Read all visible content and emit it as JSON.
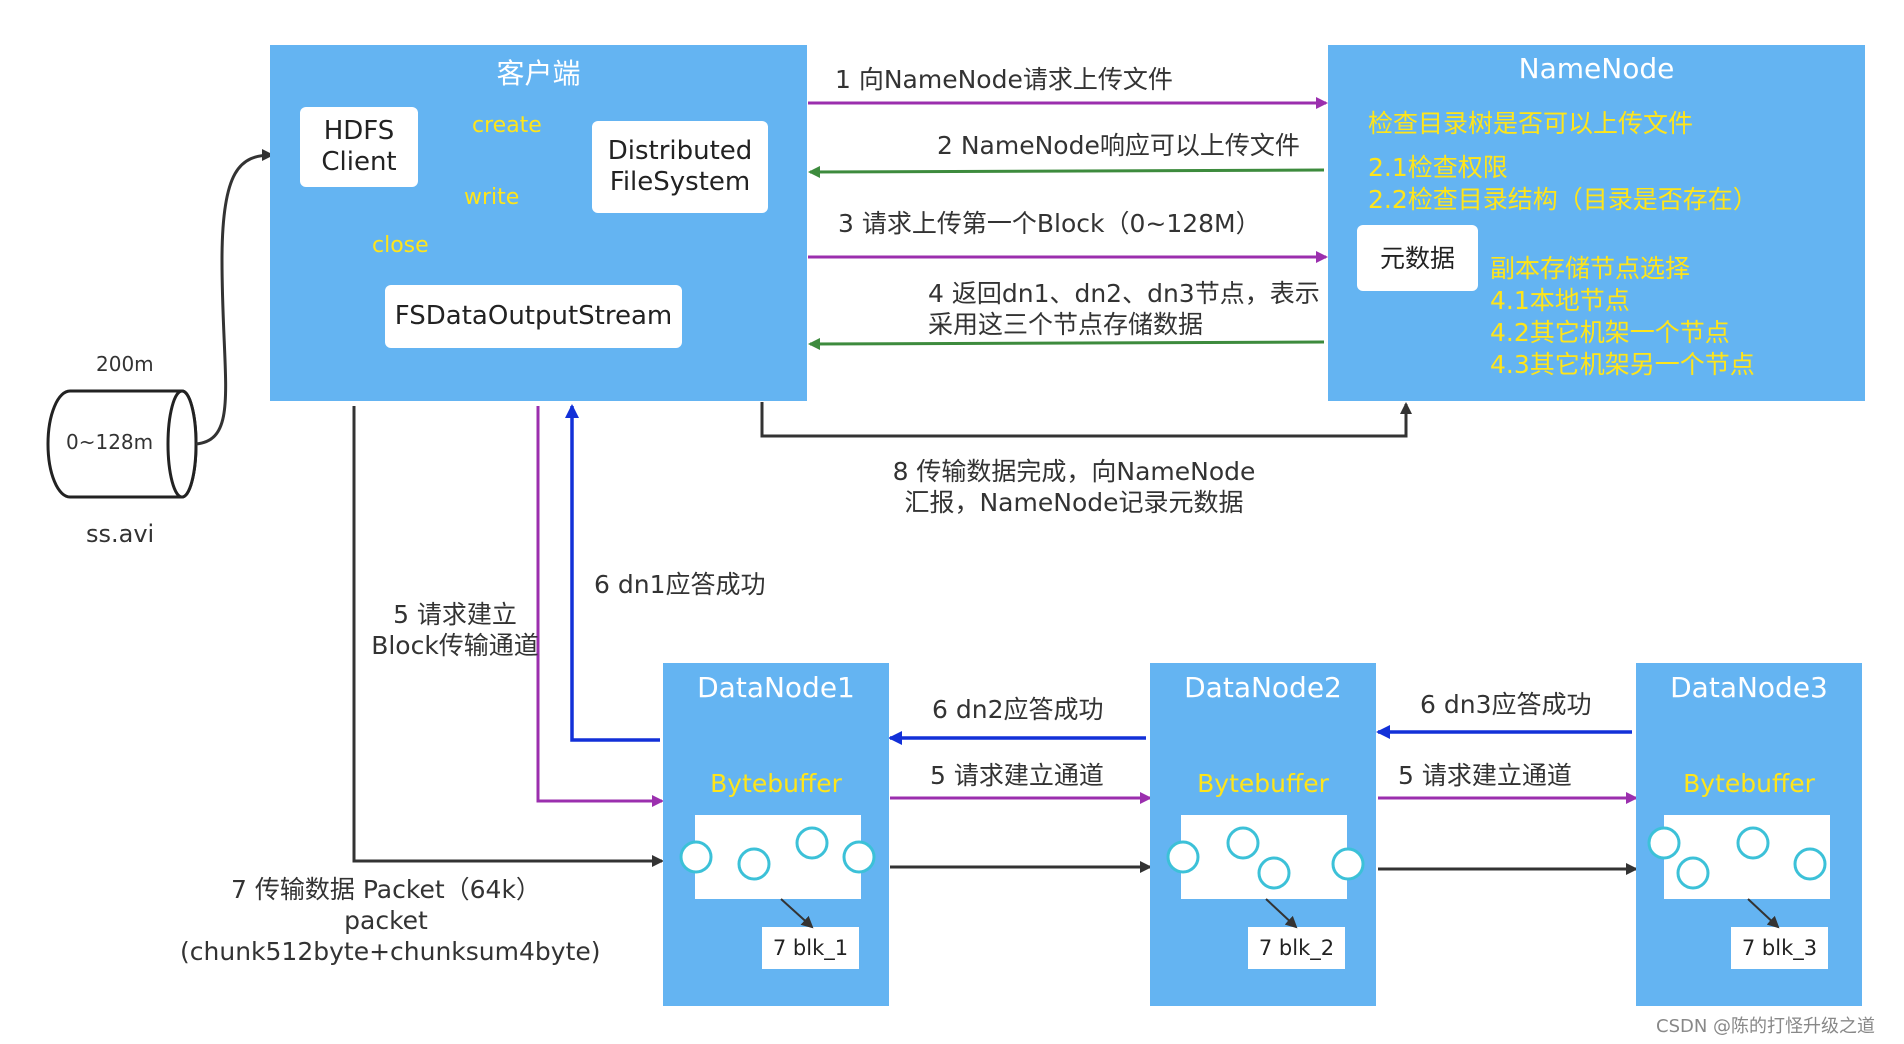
{
  "colors": {
    "panel": "#64b4f2",
    "yellow_text": "#ffe51a",
    "purple_arrow": "#9b2fae",
    "green_arrow": "#3d8b3d",
    "blue_arrow": "#1230d8",
    "black_arrow": "#333333"
  },
  "client": {
    "title": "客户端",
    "hdfs_client": "HDFS\nClient",
    "distributed_fs": "Distributed\nFileSystem",
    "output_stream": "FSDataOutputStream",
    "create_label": "create",
    "write_label": "write",
    "close_label": "close"
  },
  "namenode": {
    "title": "NameNode",
    "check_tree": "检查目录树是否可以上传文件",
    "check_items": "2.1检查权限\n2.2检查目录结构（目录是否存在）",
    "metadata": "元数据",
    "replica_select": "副本存储节点选择\n4.1本地节点\n4.2其它机架一个节点\n4.3其它机架另一个节点"
  },
  "file": {
    "size_label": "200m",
    "block_label": "0~128m",
    "name": "ss.avi"
  },
  "steps": {
    "s1": "1 向NameNode请求上传文件",
    "s2": "2 NameNode响应可以上传文件",
    "s3": "3 请求上传第一个Block（0~128M）",
    "s4": "4 返回dn1、dn2、dn3节点，表示\n采用这三个节点存储数据",
    "s8": "8 传输数据完成，向NameNode\n汇报，NameNode记录元数据",
    "s6_dn1": "6 dn1应答成功",
    "s5_client": "5 请求建立\nBlock传输通道",
    "s7": "7 传输数据 Packet（64k）\npacket\n(chunk512byte+chunksum4byte)",
    "s6_dn2": "6 dn2应答成功",
    "s5_dn12": "5 请求建立通道",
    "s6_dn3": "6 dn3应答成功",
    "s5_dn23": "5 请求建立通道"
  },
  "datanodes": [
    {
      "title": "DataNode1",
      "buffer": "Bytebuffer",
      "block": "7 blk_1"
    },
    {
      "title": "DataNode2",
      "buffer": "Bytebuffer",
      "block": "7 blk_2"
    },
    {
      "title": "DataNode3",
      "buffer": "Bytebuffer",
      "block": "7 blk_3"
    }
  ],
  "watermark": "CSDN @陈的打怪升级之道"
}
